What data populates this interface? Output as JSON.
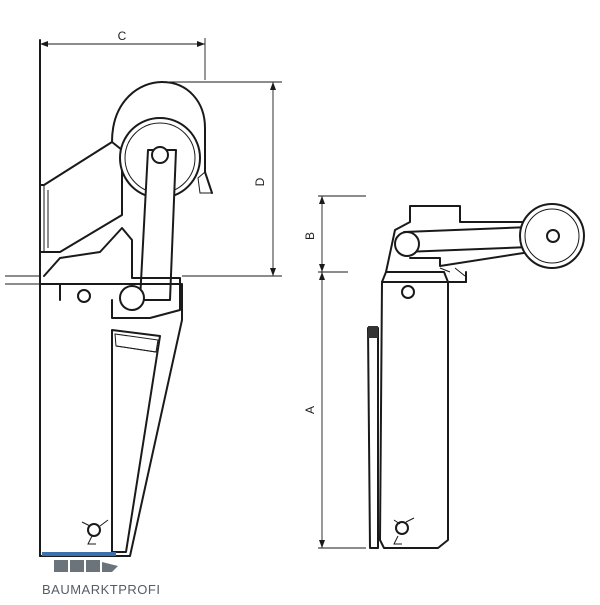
{
  "labels": {
    "dim_c": "C",
    "dim_d": "D",
    "dim_b": "B",
    "dim_a": "A"
  },
  "brand": {
    "name": "BAUMARKTPROFI",
    "accent_color": "#3a6fb0",
    "logo_gray": "#6b737b"
  }
}
